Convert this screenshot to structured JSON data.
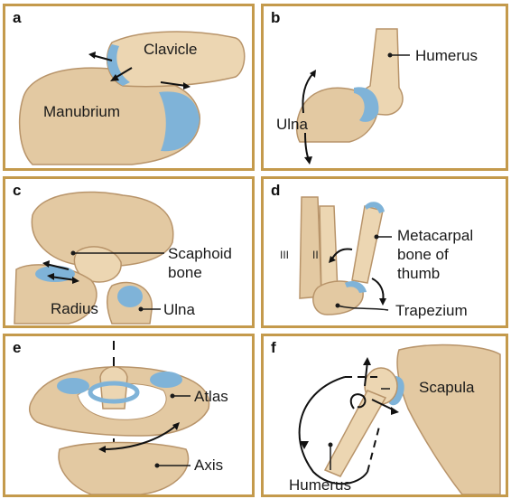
{
  "panels": [
    {
      "letter": "a",
      "labels": {
        "clavicle": "Clavicle",
        "manubrium": "Manubrium"
      }
    },
    {
      "letter": "b",
      "labels": {
        "humerus": "Humerus",
        "ulna": "Ulna"
      }
    },
    {
      "letter": "c",
      "labels": {
        "scaphoid_line1": "Scaphoid",
        "scaphoid_line2": "bone",
        "radius": "Radius",
        "ulna": "Ulna"
      }
    },
    {
      "letter": "d",
      "labels": {
        "metacarpal_line1": "Metacarpal",
        "metacarpal_line2": "bone of",
        "metacarpal_line3": "thumb",
        "trapezium": "Trapezium",
        "roman_3": "III",
        "roman_2": "II"
      }
    },
    {
      "letter": "e",
      "labels": {
        "atlas": "Atlas",
        "axis": "Axis"
      }
    },
    {
      "letter": "f",
      "labels": {
        "scapula": "Scapula",
        "humerus": "Humerus"
      }
    }
  ],
  "colors": {
    "frame": "#c49a4c",
    "bone": "#e3c9a2",
    "bone_shadow": "#b8946a",
    "cartilage": "#7fb3d8",
    "leader": "#1a1a1a"
  }
}
